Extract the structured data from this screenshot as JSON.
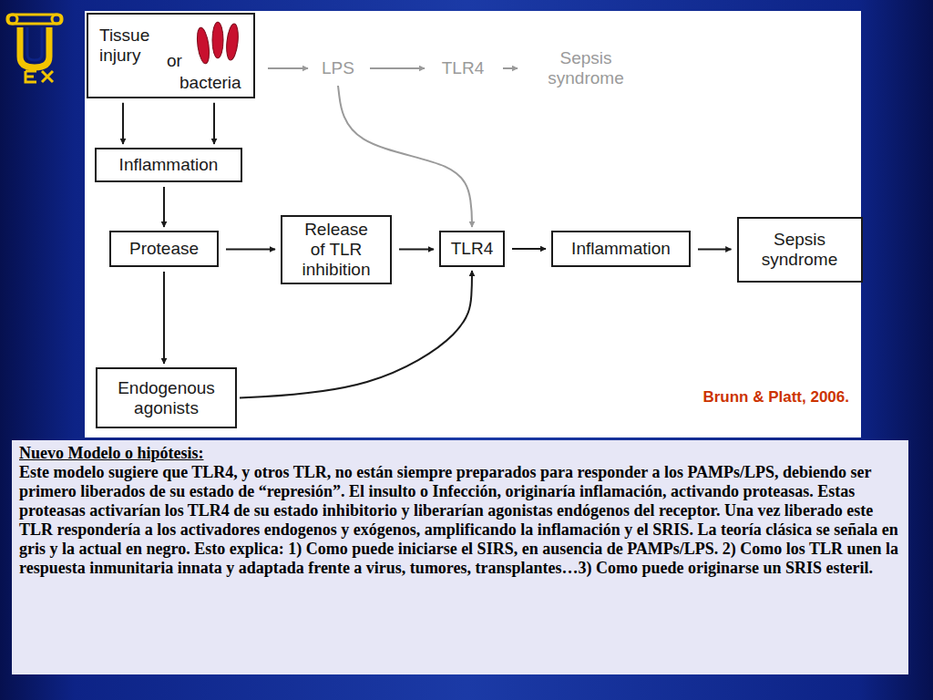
{
  "diagram": {
    "nodes": [
      {
        "text": [
          "Tissue injury",
          "or",
          "bacteria"
        ]
      },
      {
        "text": [
          "LPS"
        ]
      },
      {
        "text": [
          "TLR4"
        ]
      },
      {
        "text": [
          "Sepsis syndrome"
        ]
      },
      {
        "text": [
          "Inflammation"
        ]
      },
      {
        "text": [
          "Protease"
        ]
      },
      {
        "text": [
          "Release of TLR inhibition"
        ]
      },
      {
        "text": [
          "TLR4"
        ]
      },
      {
        "text": [
          "Inflammation"
        ]
      },
      {
        "text": [
          "Sepsis syndrome"
        ]
      },
      {
        "text": [
          "Endogenous agonists"
        ]
      },
      {
        "text": [
          "Nuevo Modelo o hipótesis:",
          "Este modelo sugiere que TLR4, y otros TLR, no están siempre preparados para responder a los PAMPs/LPS, debiendo ser primero liberados de su estado de “represión”. El insulto o Infección, originaría inflamación, activando proteasas. Estas proteasas activarían los TLR4 de su estado inhibitorio y liberarían agonistas endógenos del receptor. Una vez liberado este TLR respondería a los activadores endogenos y exógenos, amplificando la inflamación y el SRIS. La teoría clásica se señala en gris y la actual en negro. Esto explica: 1) Como puede iniciarse el SIRS, en ausencia de PAMPs/LPS. 2) Como los TLR unen la respuesta inmunitaria innata y adaptada frente a virus, tumores, transplantes…3) Como puede originarse un SRIS esteril."
        ]
      }
    ],
    "edges": [
      {
        "from": 0,
        "to": 1,
        "arrow": "to"
      },
      {
        "from": 1,
        "to": 2,
        "arrow": "to"
      },
      {
        "from": 2,
        "to": 3,
        "arrow": "to"
      },
      {
        "from": 1,
        "to": 7,
        "arrow": "to"
      },
      {
        "from": 0,
        "to": 4,
        "arrow": "to"
      },
      {
        "from": 0,
        "to": 4,
        "arrow": "to"
      },
      {
        "from": 4,
        "to": 5,
        "arrow": "to"
      },
      {
        "from": 5,
        "to": 6,
        "arrow": "to"
      },
      {
        "from": 6,
        "to": 7,
        "arrow": "to"
      },
      {
        "from": 7,
        "to": 8,
        "arrow": "to"
      },
      {
        "from": 8,
        "to": 9,
        "arrow": "to"
      },
      {
        "from": 5,
        "to": 10,
        "arrow": "to"
      },
      {
        "from": 10,
        "to": 7,
        "arrow": "to"
      }
    ],
    "labels": [
      "Brunn & Platt, 2006."
    ]
  }
}
